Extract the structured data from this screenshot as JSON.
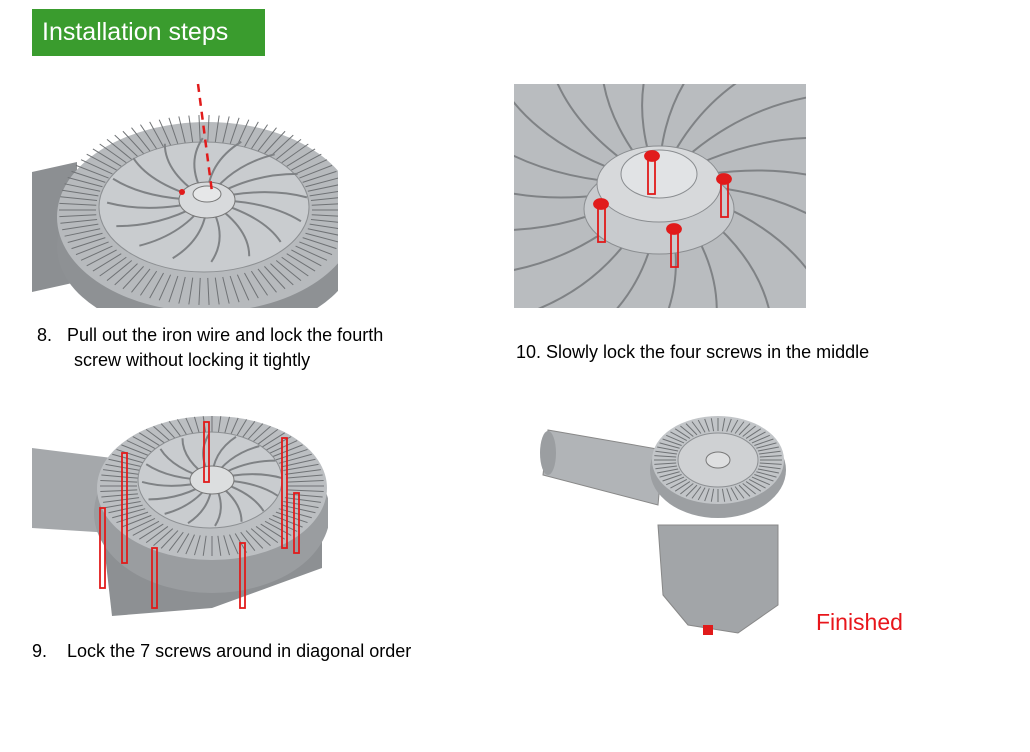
{
  "title": "Installation steps",
  "steps": {
    "step8": {
      "number": "8.",
      "line1": "Pull out the iron wire and lock the fourth",
      "line2": "screw without locking it tightly"
    },
    "step9": {
      "number": "9.",
      "text": "Lock the 7 screws around in diagonal order"
    },
    "step10": {
      "text": "10. Slowly lock the four screws in the middle"
    }
  },
  "finished_label": "Finished",
  "colors": {
    "title_bg": "#3a9c2e",
    "finished": "#e8161b",
    "marker": "#e11b1b",
    "metal": "#a7aaad"
  }
}
